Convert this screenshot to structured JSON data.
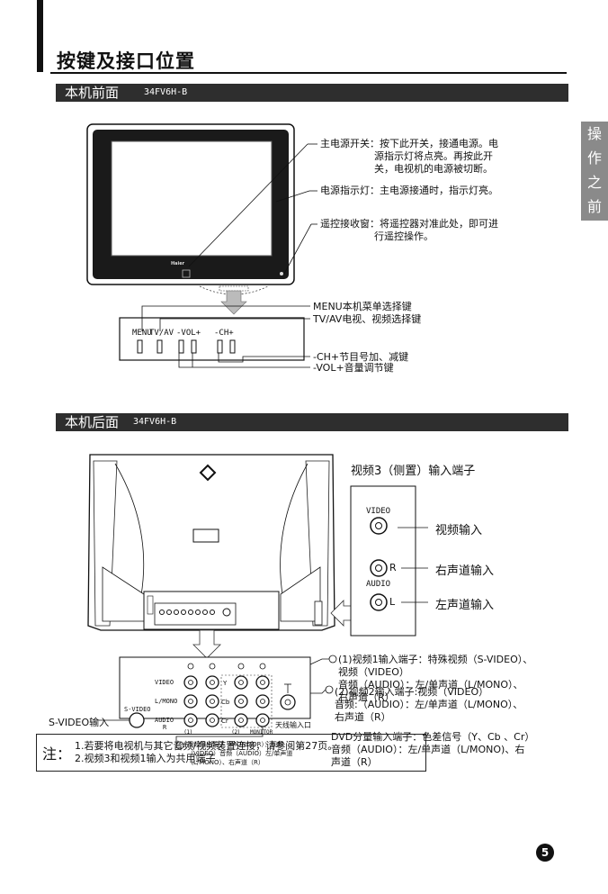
{
  "page": {
    "title": "按键及接口位置",
    "side_tab": [
      "操",
      "作",
      "之",
      "前"
    ],
    "page_number": "5"
  },
  "front": {
    "section_title": "本机前面",
    "model": "34FV6H-B",
    "brand_logo": "Haier",
    "callouts": [
      {
        "lines": [
          "主电源开关：按下此开关，接通电源。电",
          "源指示灯将点亮。再按此开",
          "关，电视机的电源被切断。"
        ]
      },
      {
        "lines": [
          "电源指示灯：主电源接通时，指示灯亮。"
        ]
      },
      {
        "lines": [
          "遥控接收窗：将遥控器对准此处，即可进",
          "行遥控操作。"
        ]
      }
    ],
    "panel_labels": [
      "MENU",
      "TV/AV",
      "-VOL+",
      "-CH+"
    ],
    "button_notes": [
      "MENU本机菜单选择键",
      "TV/AV电视、视频选择键",
      "-CH+节目号加、减键",
      "-VOL+音量调节键"
    ]
  },
  "rear": {
    "section_title": "本机后面",
    "model": "34FV6H-B",
    "side_input_title": "视频3（侧置）输入端子",
    "side_input": {
      "video_label": "VIDEO",
      "audio_label": "AUDIO",
      "r_letter": "R",
      "l_letter": "L",
      "video_desc": "视频输入",
      "r_desc": "右声道输入",
      "l_desc": "左声道输入"
    },
    "panel": {
      "video": "VIDEO",
      "l_mono": "L/MONO",
      "audio": "AUDIO",
      "r": "R",
      "svideo": "S-VIDEO",
      "y": "Y",
      "cb": "Cb",
      "cr": "Cr",
      "monitor": "MONITOR",
      "n1": "(1)",
      "n2": "(2)",
      "antenna_label": "天线输入口",
      "svideo_in_label": "S-VIDEO输入"
    },
    "descriptions": [
      [
        "(1)视频1输入端子：特殊视频（S-VIDEO）、",
        "视频（VIDEO）",
        "音频（AUDIO）：左/单声道（L/MONO）、",
        "右声道（R）"
      ],
      [
        "(2)视频2输入端子:视频（VIDEO）",
        "音频:（AUDIO）：左/单声道（L/MONO）、",
        "右声道（R）"
      ],
      [
        "DVD分量输入端子：色差信号（Y、Cb 、Cr）",
        "音频（AUDIO）：左/单声道（L/MONO)、右",
        "声道（R）"
      ]
    ],
    "monitor_note": [
      "视频输出端子（MONITOR）：视频",
      "（VIDEO）音频（AUDIO）左/单声道",
      "（L/MONO）、右声道（R）"
    ]
  },
  "notes": {
    "label": "注：",
    "items": [
      "1.若要将电视机与其它音频/视频装置连接，请参阅第27页。",
      "2.视频3和视频1输入为共用端子"
    ]
  }
}
